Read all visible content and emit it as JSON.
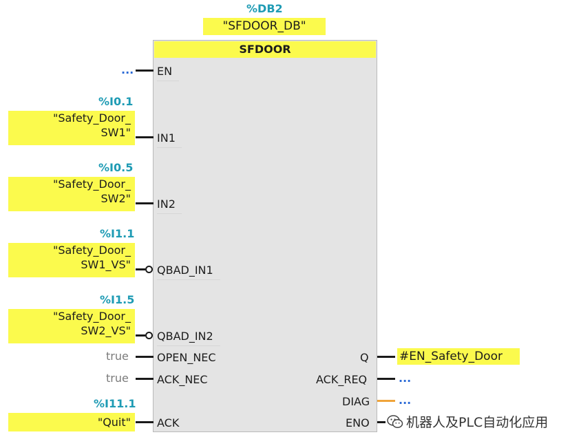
{
  "db": {
    "address": "%DB2",
    "name": "\"SFDOOR_DB\""
  },
  "block": {
    "title": "SFDOOR",
    "inputs": {
      "en": {
        "pin": "EN",
        "value": "..."
      },
      "in1": {
        "pin": "IN1",
        "address": "%I0.1",
        "tag_line1": "\"Safety_Door_",
        "tag_line2": "SW1\""
      },
      "in2": {
        "pin": "IN2",
        "address": "%I0.5",
        "tag_line1": "\"Safety_Door_",
        "tag_line2": "SW2\""
      },
      "qbad_in1": {
        "pin": "QBAD_IN1",
        "address": "%I1.1",
        "tag_line1": "\"Safety_Door_",
        "tag_line2": "SW1_VS\""
      },
      "qbad_in2": {
        "pin": "QBAD_IN2",
        "address": "%I1.5",
        "tag_line1": "\"Safety_Door_",
        "tag_line2": "SW2_VS\""
      },
      "open_nec": {
        "pin": "OPEN_NEC",
        "value": "true"
      },
      "ack_nec": {
        "pin": "ACK_NEC",
        "value": "true"
      },
      "ack": {
        "pin": "ACK",
        "address": "%I11.1",
        "tag": "\"Quit\""
      }
    },
    "outputs": {
      "q": {
        "pin": "Q",
        "tag": "#EN_Safety_Door"
      },
      "ack_req": {
        "pin": "ACK_REQ",
        "value": "..."
      },
      "diag": {
        "pin": "DIAG",
        "value": "..."
      },
      "eno": {
        "pin": "ENO"
      }
    }
  },
  "watermark": {
    "text": "机器人及PLC自动化应用",
    "icon": "wechat-icon"
  },
  "colors": {
    "tag_highlight": "#fbfa4d",
    "address": "#1e9bb4",
    "block_fill": "#e4e4e4",
    "diag_wire": "#f0a43a"
  }
}
